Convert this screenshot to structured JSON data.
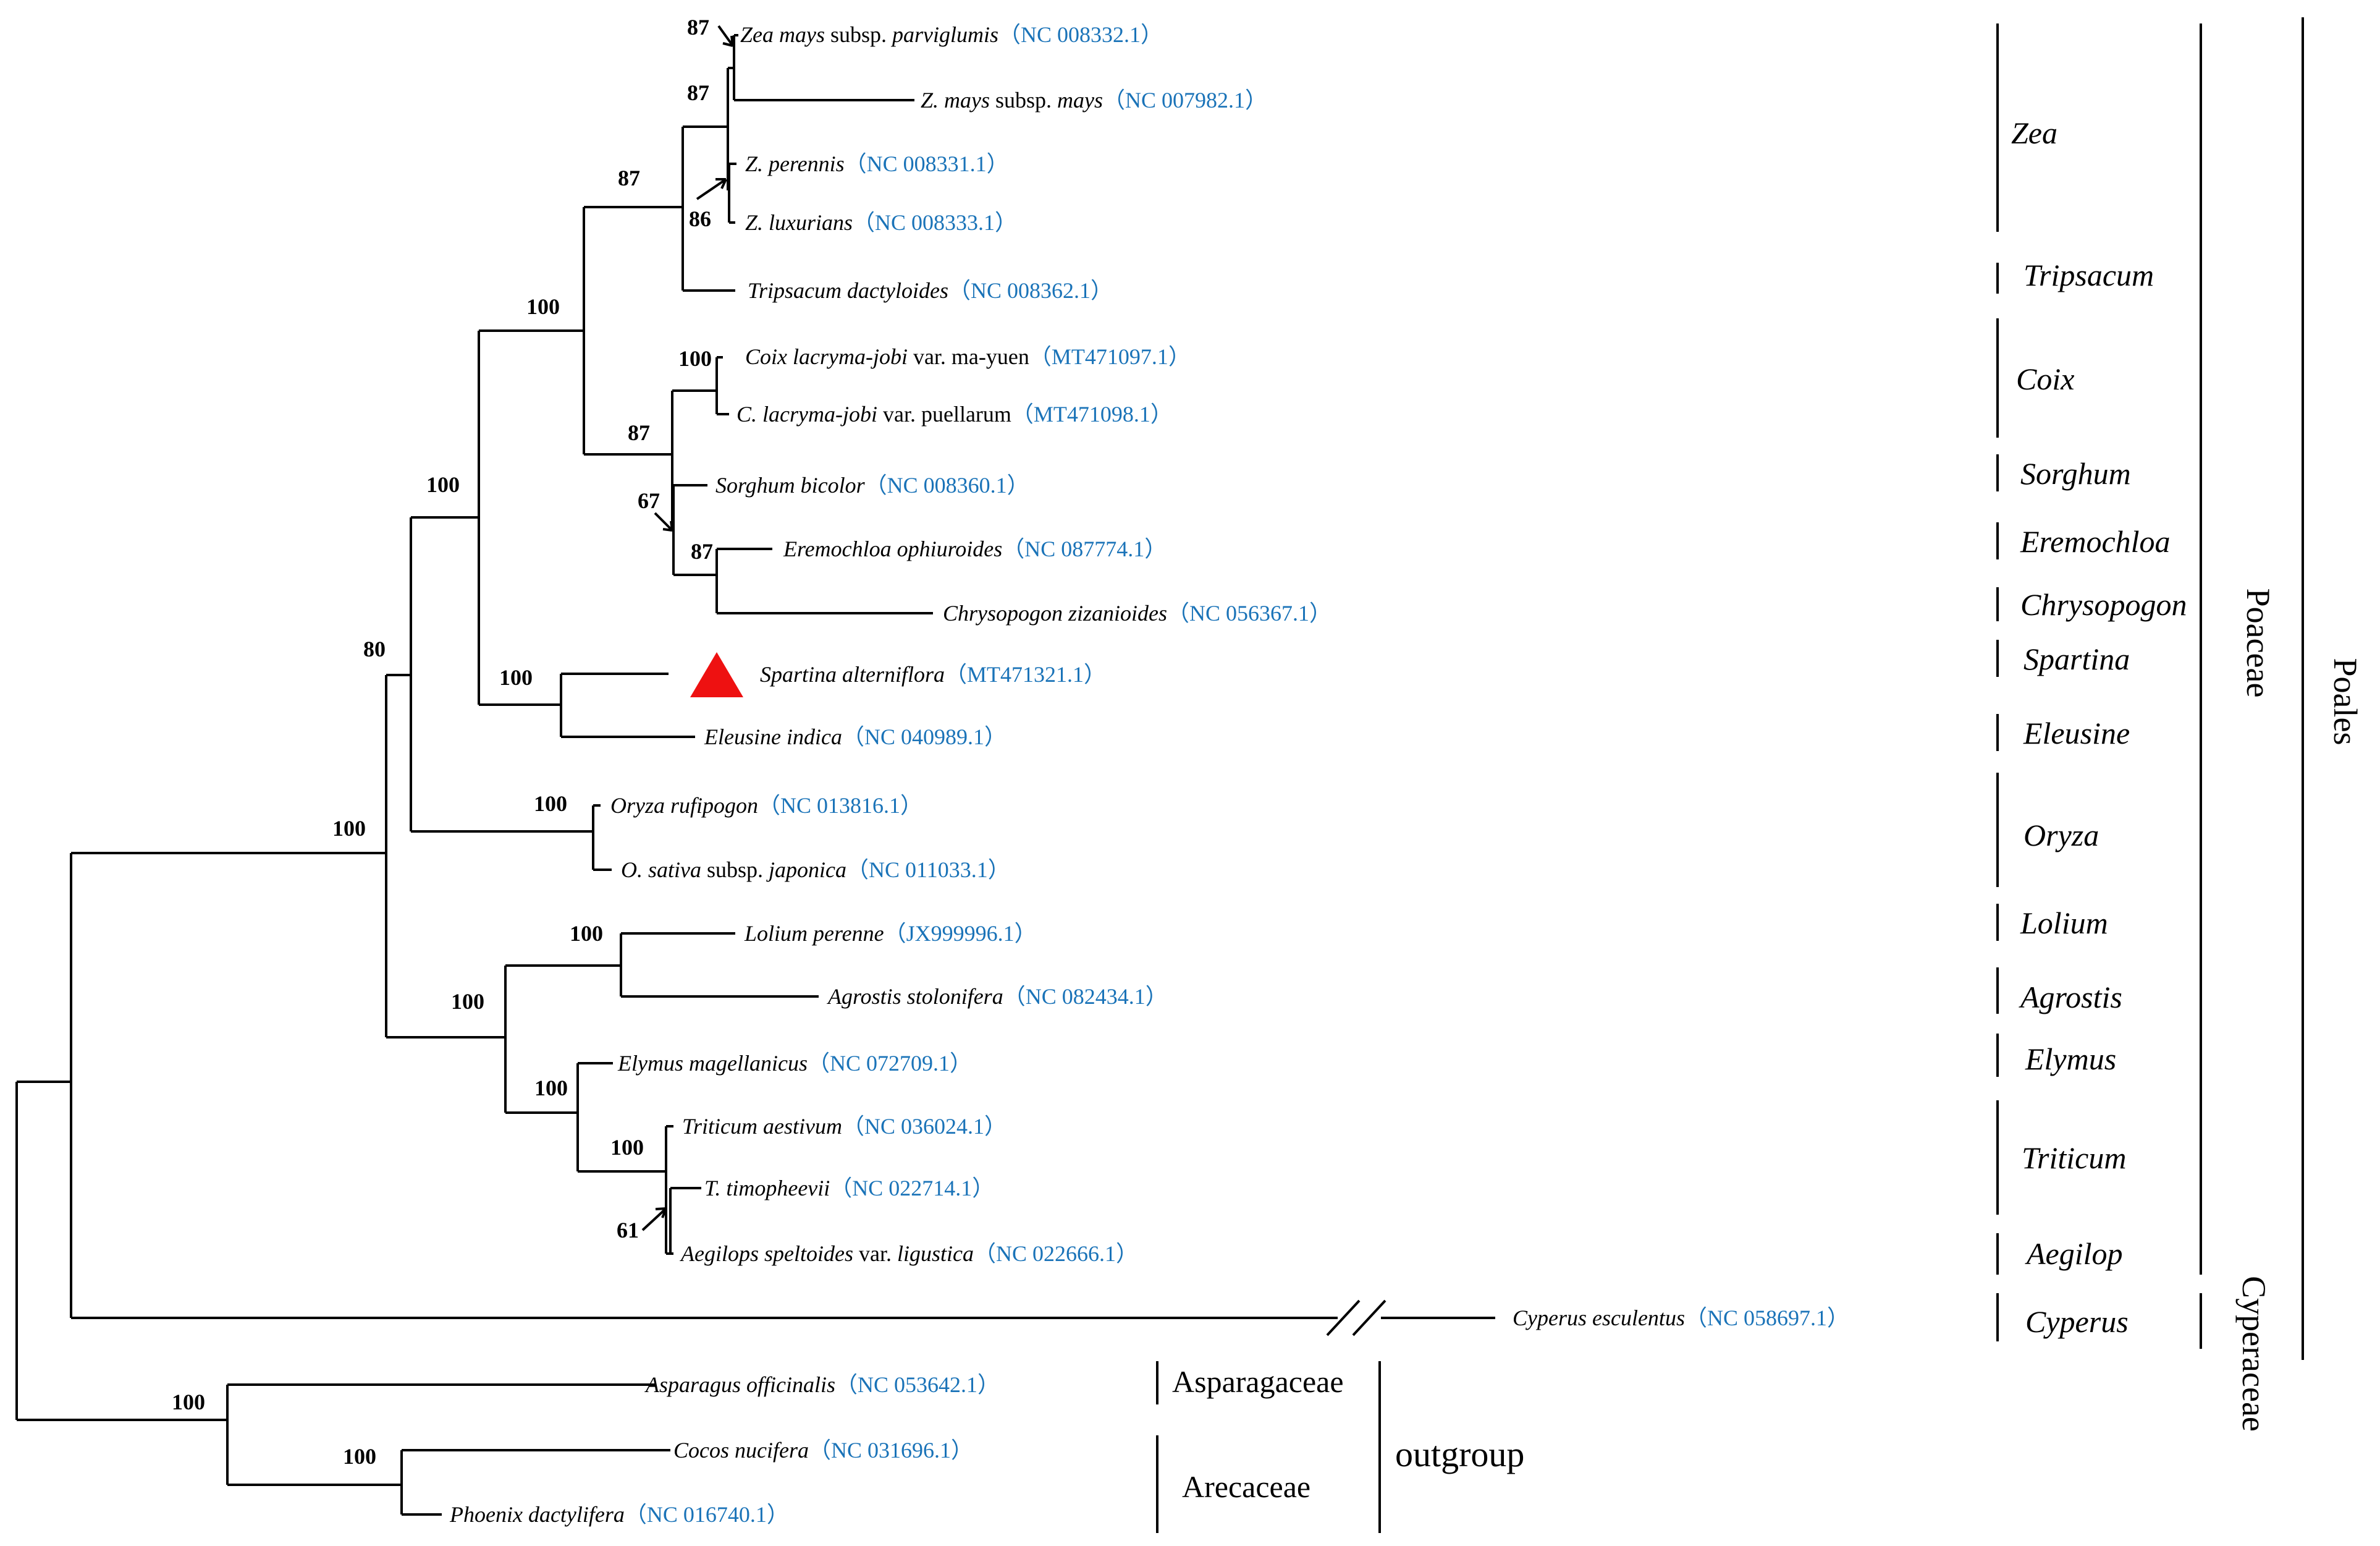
{
  "colors": {
    "accession": "#1a73b8",
    "marker": "#ee1111",
    "line": "#000000"
  },
  "taxa": {
    "t1": {
      "name": "Zea mays",
      "rest": " subsp. ",
      "rest2": "parviglumis",
      "acc": "（NC 008332.1）"
    },
    "t2": {
      "name": "Z. mays",
      "rest": " subsp. ",
      "rest2": "mays",
      "acc": "（NC 007982.1）"
    },
    "t3": {
      "name": "Z. perennis",
      "acc": "（NC 008331.1）"
    },
    "t4": {
      "name": "Z. luxurians",
      "acc": "（NC 008333.1）"
    },
    "t5": {
      "name": "Tripsacum dactyloides",
      "acc": "（NC 008362.1）"
    },
    "t6": {
      "name": "Coix lacryma-jobi",
      "rest": " var. ma-yuen",
      "acc": "（MT471097.1）"
    },
    "t7": {
      "name": "C. lacryma-jobi",
      "rest": " var. puellarum",
      "acc": "（MT471098.1）"
    },
    "t8": {
      "name": "Sorghum bicolor",
      "acc": "（NC 008360.1）"
    },
    "t9": {
      "name": "Eremochloa ophiuroides",
      "acc": "（NC 087774.1）"
    },
    "t10": {
      "name": "Chrysopogon zizanioides",
      "acc": "（NC 056367.1）"
    },
    "t11": {
      "name": "Spartina alterniflora",
      "acc": "（MT471321.1）"
    },
    "t12": {
      "name": "Eleusine indica",
      "acc": "（NC 040989.1）"
    },
    "t13": {
      "name": "Oryza rufipogon",
      "acc": "（NC 013816.1）"
    },
    "t14": {
      "name": "O. sativa",
      "rest": " subsp. ",
      "rest2": "japonica",
      "acc": "（NC 011033.1）"
    },
    "t15": {
      "name": "Lolium perenne",
      "acc": "（JX999996.1）"
    },
    "t16": {
      "name": "Agrostis stolonifera",
      "acc": "（NC 082434.1）"
    },
    "t17": {
      "name": "Elymus magellanicus",
      "acc": "（NC 072709.1）"
    },
    "t18": {
      "name": "Triticum aestivum",
      "acc": "（NC 036024.1）"
    },
    "t19": {
      "name": "T. timopheevii",
      "acc": "（NC 022714.1）"
    },
    "t20": {
      "name": "Aegilops speltoides",
      "rest": " var. ",
      "rest2": "ligustica",
      "acc": "（NC 022666.1）"
    },
    "t21": {
      "name": "Cyperus esculentus",
      "acc": "（NC 058697.1）"
    },
    "t22": {
      "name": "Asparagus officinalis",
      "acc": "（NC 053642.1）"
    },
    "t23": {
      "name": "Cocos nucifera",
      "acc": "（NC 031696.1）"
    },
    "t24": {
      "name": "Phoenix dactylifera",
      "acc": "（NC 016740.1）"
    }
  },
  "support": {
    "s1": "87",
    "s2": "87",
    "s3": "86",
    "s4": "87",
    "s5": "100",
    "s6": "100",
    "s7": "87",
    "s8": "67",
    "s9": "87",
    "s10": "100",
    "s11": "100",
    "s12": "80",
    "s13": "100",
    "s14": "100",
    "s15": "100",
    "s16": "100",
    "s17": "100",
    "s18": "100",
    "s19": "61",
    "s20": "100",
    "s21": "100"
  },
  "genera": {
    "zea": "Zea",
    "tripsacum": "Tripsacum",
    "coix": "Coix",
    "sorghum": "Sorghum",
    "eremochloa": "Eremochloa",
    "chrysopogon": "Chrysopogon",
    "spartina": "Spartina",
    "eleusine": "Eleusine",
    "oryza": "Oryza",
    "lolium": "Lolium",
    "agrostis": "Agrostis",
    "elymus": "Elymus",
    "triticum": "Triticum",
    "aegilop": "Aegilop",
    "cyperus": "Cyperus"
  },
  "families": {
    "poaceae": "Poaceae",
    "cyperaceae": "Cyperaceae",
    "asparagaceae": "Asparagaceae",
    "arecaceae": "Arecaceae"
  },
  "order": "Poales",
  "outgroup": "outgroup",
  "marker_icon": "triangle-icon"
}
